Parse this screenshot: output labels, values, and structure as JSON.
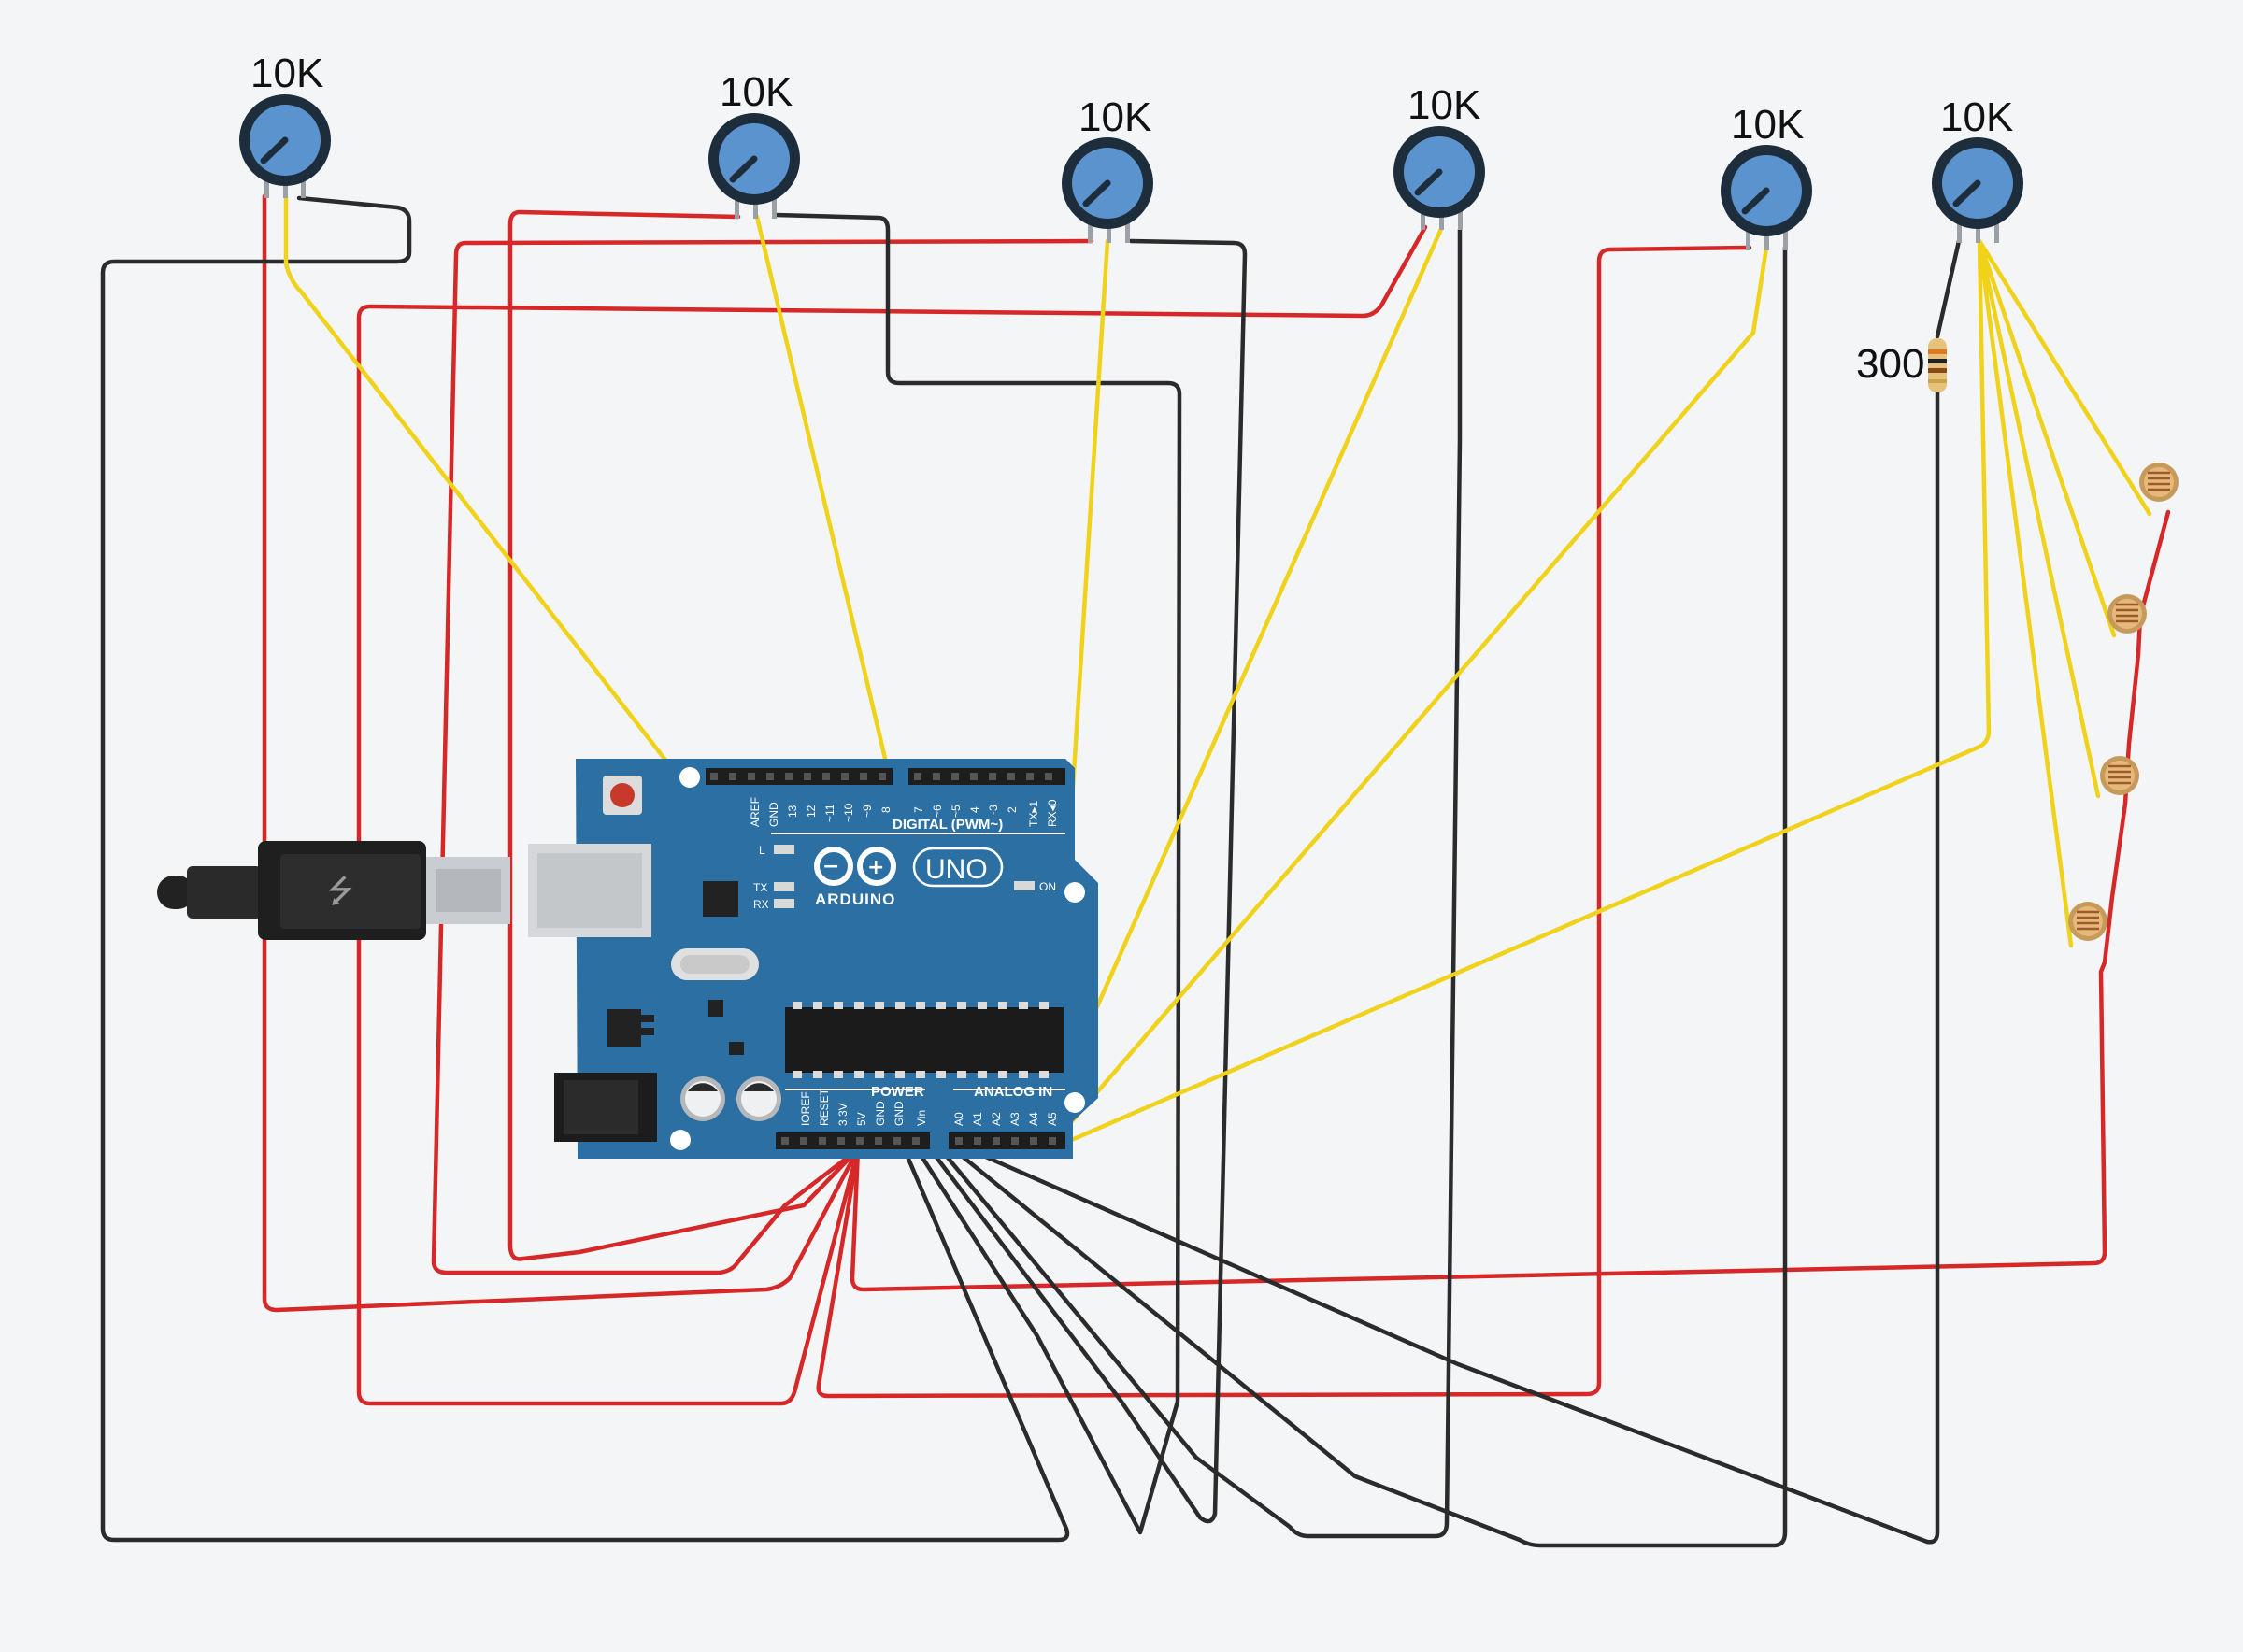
{
  "colors": {
    "background": "#f4f5f7",
    "wire_red": "#d62828",
    "wire_black": "#2b2b2b",
    "wire_yellow": "#f0d21b",
    "board_blue": "#2b6fa3",
    "pot_blue": "#5b93cf"
  },
  "potentiometers": [
    {
      "label": "10K"
    },
    {
      "label": "10K"
    },
    {
      "label": "10K"
    },
    {
      "label": "10K"
    },
    {
      "label": "10K"
    },
    {
      "label": "10K"
    }
  ],
  "resistor": {
    "label": "300"
  },
  "photoresistor_count": 4,
  "board": {
    "brand": "ARDUINO",
    "model": "UNO",
    "digital_header": "DIGITAL (PWM~)",
    "digital_pins": [
      "AREF",
      "GND",
      "13",
      "12",
      "~11",
      "~10",
      "~9",
      "8",
      "7",
      "~6",
      "~5",
      "4",
      "~3",
      "2",
      "TX▸1",
      "RX◂0"
    ],
    "power_header": "POWER",
    "analog_header": "ANALOG IN",
    "power_pins": [
      "IOREF",
      "RESET",
      "3.3V",
      "5V",
      "GND",
      "GND",
      "Vin"
    ],
    "analog_pins": [
      "A0",
      "A1",
      "A2",
      "A3",
      "A4",
      "A5"
    ],
    "led_labels": [
      "L",
      "TX",
      "RX",
      "ON"
    ]
  }
}
